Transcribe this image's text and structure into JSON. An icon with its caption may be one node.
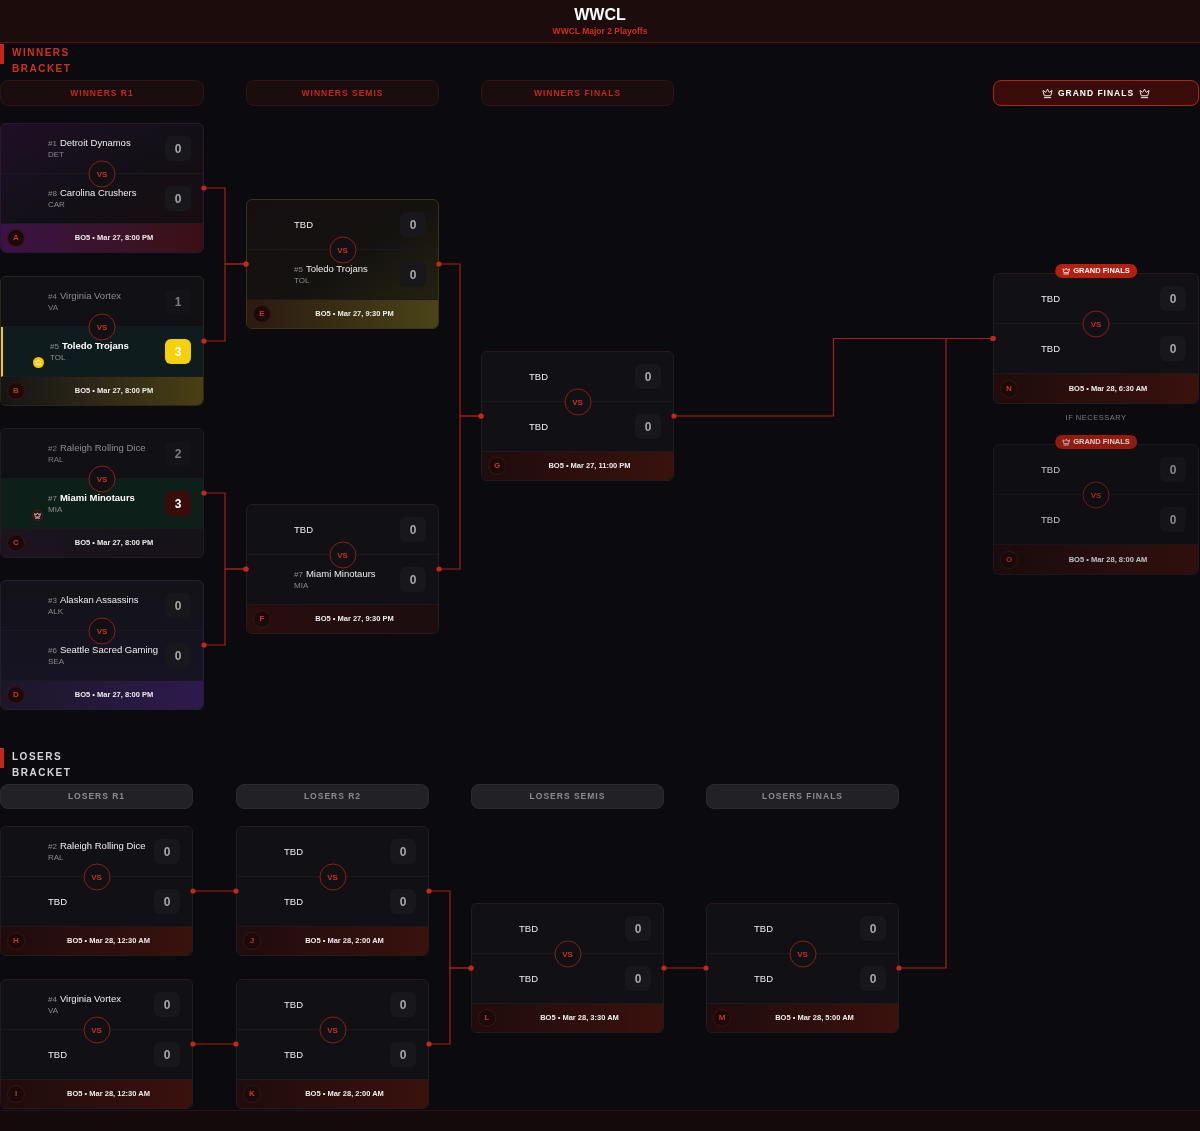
{
  "diagram": {
    "title": "WWCL",
    "nodes": [
      {
        "text": [
          "WINNERS R1"
        ]
      },
      {
        "text": [
          "WINNERS SEMIS"
        ]
      },
      {
        "text": [
          "WINNERS FINALS"
        ]
      },
      {
        "text": [
          "GRAND FINALS"
        ]
      },
      {
        "text": [
          "A",
          "BO5 • Mar 27, 8:00 PM"
        ]
      },
      {
        "text": [
          "#1",
          "Detroit Dynamos",
          "DET",
          "0"
        ],
        "in": 4
      },
      {
        "text": [
          "VS"
        ],
        "in": 4
      },
      {
        "text": [
          "#8",
          "Carolina Crushers",
          "CAR",
          "0"
        ],
        "in": 4
      },
      {
        "text": [
          "B",
          "BO5 • Mar 27, 8:00 PM"
        ]
      },
      {
        "text": [
          "#4",
          "Virginia Vortex",
          "VA",
          "1"
        ],
        "in": 8
      },
      {
        "text": [
          "VS"
        ],
        "in": 8
      },
      {
        "text": [
          "#5",
          "Toledo Trojans",
          "TOL",
          "3"
        ],
        "in": 8
      },
      {
        "text": [
          "C",
          "BO5 • Mar 27, 8:00 PM"
        ]
      },
      {
        "text": [
          "#2",
          "Raleigh Rolling Dice",
          "RAL",
          "2"
        ],
        "in": 12
      },
      {
        "text": [
          "VS"
        ],
        "in": 12
      },
      {
        "text": [
          "#7",
          "Miami Minotaurs",
          "MIA",
          "3"
        ],
        "in": 12
      },
      {
        "text": [
          "D",
          "BO5 • Mar 27, 8:00 PM"
        ]
      },
      {
        "text": [
          "#3",
          "Alaskan Assassins",
          "ALK",
          "0"
        ],
        "in": 16
      },
      {
        "text": [
          "VS"
        ],
        "in": 16
      },
      {
        "text": [
          "#6",
          "Seattle Sacred Gaming",
          "SEA",
          "0"
        ],
        "in": 16
      },
      {
        "text": [
          "E",
          "BO5 • Mar 27, 9:30 PM"
        ]
      },
      {
        "text": [
          "TBD",
          "0"
        ],
        "in": 20
      },
      {
        "text": [
          "VS"
        ],
        "in": 20
      },
      {
        "text": [
          "#5",
          "Toledo Trojans",
          "TOL",
          "0"
        ],
        "in": 20
      },
      {
        "text": [
          "F",
          "BO5 • Mar 27, 9:30 PM"
        ]
      },
      {
        "text": [
          "TBD",
          "0"
        ],
        "in": 24
      },
      {
        "text": [
          "VS"
        ],
        "in": 24
      },
      {
        "text": [
          "#7",
          "Miami Minotaurs",
          "MIA",
          "0"
        ],
        "in": 24
      },
      {
        "text": [
          "G",
          "BO5 • Mar 27, 11:00 PM"
        ]
      },
      {
        "text": [
          "TBD",
          "0"
        ],
        "in": 28
      },
      {
        "text": [
          "VS"
        ],
        "in": 28
      },
      {
        "text": [
          "TBD",
          "0"
        ],
        "in": 28
      },
      {
        "text": [
          "GRAND FINALS",
          "N",
          "BO5 • Mar 28, 6:30 AM"
        ]
      },
      {
        "text": [
          "TBD",
          "0"
        ],
        "in": 32
      },
      {
        "text": [
          "VS"
        ],
        "in": 32
      },
      {
        "text": [
          "TBD",
          "0"
        ],
        "in": 32
      },
      {
        "text": [
          "GRAND FINALS",
          "O",
          "BO5 • Mar 28, 8:00 AM"
        ]
      },
      {
        "text": [
          "TBD",
          "0"
        ],
        "in": 36
      },
      {
        "text": [
          "VS"
        ],
        "in": 36
      },
      {
        "text": [
          "TBD",
          "0"
        ],
        "in": 36
      },
      {
        "text": [
          "LOSERS R1"
        ]
      },
      {
        "text": [
          "LOSERS R2"
        ]
      },
      {
        "text": [
          "LOSERS SEMIS"
        ]
      },
      {
        "text": [
          "LOSERS FINALS"
        ]
      },
      {
        "text": [
          "H",
          "BO5 • Mar 28, 12:30 AM"
        ]
      },
      {
        "text": [
          "#2",
          "Raleigh Rolling Dice",
          "RAL",
          "0"
        ],
        "in": 44
      },
      {
        "text": [
          "VS"
        ],
        "in": 44
      },
      {
        "text": [
          "TBD",
          "0"
        ],
        "in": 44
      },
      {
        "text": [
          "I",
          "BO5 • Mar 28, 12:30 AM"
        ]
      },
      {
        "text": [
          "#4",
          "Virginia Vortex",
          "VA",
          "0"
        ],
        "in": 48
      },
      {
        "text": [
          "VS"
        ],
        "in": 48
      },
      {
        "text": [
          "TBD",
          "0"
        ],
        "in": 48
      },
      {
        "text": [
          "J",
          "BO5 • Mar 28, 2:00 AM"
        ]
      },
      {
        "text": [
          "TBD",
          "0"
        ],
        "in": 52
      },
      {
        "text": [
          "VS"
        ],
        "in": 52
      },
      {
        "text": [
          "TBD",
          "0"
        ],
        "in": 52
      },
      {
        "text": [
          "K",
          "BO5 • Mar 28, 2:00 AM"
        ]
      },
      {
        "text": [
          "TBD",
          "0"
        ],
        "in": 56
      },
      {
        "text": [
          "VS"
        ],
        "in": 56
      },
      {
        "text": [
          "TBD",
          "0"
        ],
        "in": 56
      },
      {
        "text": [
          "L",
          "BO5 • Mar 28, 3:30 AM"
        ]
      },
      {
        "text": [
          "TBD",
          "0"
        ],
        "in": 60
      },
      {
        "text": [
          "VS"
        ],
        "in": 60
      },
      {
        "text": [
          "TBD",
          "0"
        ],
        "in": 60
      },
      {
        "text": [
          "M",
          "BO5 • Mar 28, 5:00 AM"
        ]
      },
      {
        "text": [
          "TBD",
          "0"
        ],
        "in": 64
      },
      {
        "text": [
          "VS"
        ],
        "in": 64
      },
      {
        "text": [
          "TBD",
          "0"
        ],
        "in": 64
      }
    ],
    "edges": [
      {
        "from": 4,
        "to": 20,
        "arrow": "other"
      },
      {
        "from": 8,
        "to": 20,
        "arrow": "other"
      },
      {
        "from": 12,
        "to": 24,
        "arrow": "other"
      },
      {
        "from": 16,
        "to": 24,
        "arrow": "other"
      },
      {
        "from": 20,
        "to": 28,
        "arrow": "other"
      },
      {
        "from": 24,
        "to": 28,
        "arrow": "other"
      },
      {
        "from": 28,
        "to": 32,
        "arrow": "other"
      },
      {
        "from": 44,
        "to": 52,
        "arrow": "other"
      },
      {
        "from": 48,
        "to": 56,
        "arrow": "other"
      },
      {
        "from": 52,
        "to": 60,
        "arrow": "other"
      },
      {
        "from": 56,
        "to": 60,
        "arrow": "other"
      },
      {
        "from": 60,
        "to": 64,
        "arrow": "other"
      },
      {
        "from": 64,
        "to": 32,
        "arrow": "other"
      }
    ],
    "labels": [
      "WWCL Major 2 Playoffs",
      "WINNERS BRACKET",
      "IF NECESSARY",
      "LOSERS BRACKET"
    ]
  }
}
